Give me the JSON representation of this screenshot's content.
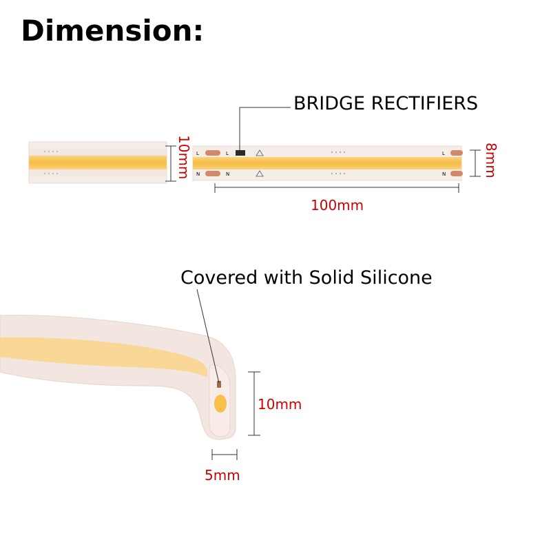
{
  "title": "Dimension:",
  "top_strip": {
    "callout_label": "BRIDGE RECTIFIERS",
    "tube_height_label": "10mm",
    "strip_height_label": "8mm",
    "segment_length_label": "100mm",
    "pad_marks": {
      "left_top": "L",
      "left_bottom": "N",
      "right_top": "L",
      "right_bottom": "N"
    }
  },
  "bottom_strip": {
    "callout_label": "Covered with Solid Silicone",
    "height_label": "10mm",
    "width_label": "5mm"
  },
  "colors": {
    "led_yellow": "#f7c352",
    "silicone": "#f3e6e0",
    "dimension_red": "#cc0000",
    "pad_copper": "#d08a6a"
  }
}
